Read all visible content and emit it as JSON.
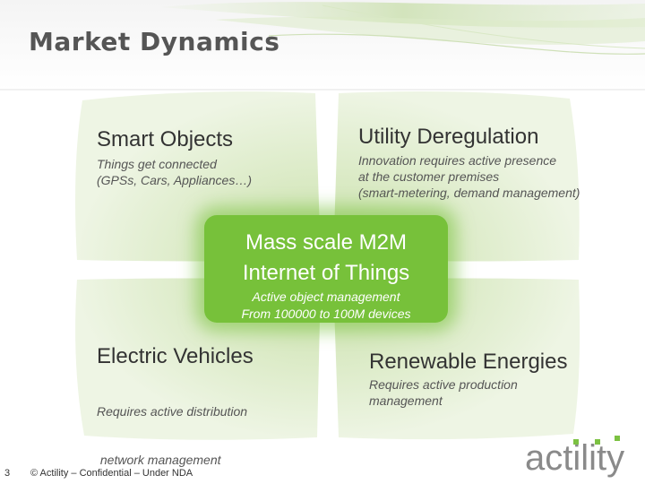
{
  "slide": {
    "title": "Market Dynamics",
    "page_number": "3",
    "footer": "© Actility – Confidential – Under NDA",
    "logo_text": "actility"
  },
  "quadrants": {
    "top_left": {
      "title": "Smart Objects",
      "lines": [
        "Things get connected",
        "(GPSs, Cars, Appliances…)"
      ]
    },
    "top_right": {
      "title": "Utility Deregulation",
      "lines": [
        "Innovation requires active presence",
        "at the customer premises",
        "(smart-metering, demand management)"
      ]
    },
    "bottom_left": {
      "title": "Electric Vehicles",
      "lines": [
        "Requires active distribution",
        " network management"
      ]
    },
    "bottom_right": {
      "title": "Renewable Energies",
      "lines": [
        "Requires active production",
        "management"
      ]
    }
  },
  "centre": {
    "lines": [
      "Mass scale M2M",
      "Internet of Things"
    ],
    "sub_lines": [
      "Active object management",
      "From 100000 to 100M devices"
    ]
  },
  "colors": {
    "accent_green": "#77c13a",
    "quadrant_green": "#dcebc9",
    "logo_green": "#7cc142",
    "title_gray": "#555555"
  }
}
